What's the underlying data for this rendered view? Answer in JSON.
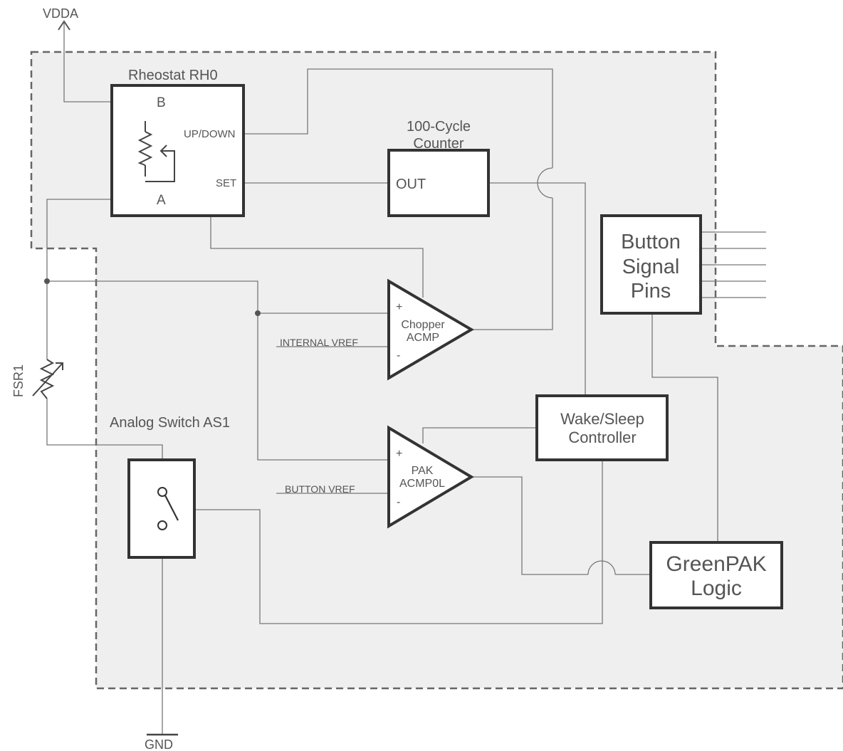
{
  "supply": {
    "vdda": "VDDA",
    "gnd": "GND"
  },
  "rheostat": {
    "title": "Rheostat RH0",
    "pin_b": "B",
    "pin_a": "A",
    "pin_updown": "UP/DOWN",
    "pin_set": "SET"
  },
  "counter": {
    "title_line1": "100-Cycle",
    "title_line2": "Counter",
    "pin_out": "OUT"
  },
  "button_pins": {
    "line1": "Button",
    "line2": "Signal",
    "line3": "Pins"
  },
  "chopper_acmp": {
    "line1": "Chopper",
    "line2": "ACMP",
    "plus": "+",
    "minus": "-",
    "vref": "INTERNAL VREF"
  },
  "pak_acmp": {
    "line1": "PAK",
    "line2": "ACMP0L",
    "plus": "+",
    "minus": "-",
    "vref": "BUTTON VREF"
  },
  "fsr": {
    "label": "FSR1"
  },
  "analog_switch": {
    "title": "Analog Switch AS1"
  },
  "wake_sleep": {
    "line1": "Wake/Sleep",
    "line2": "Controller"
  },
  "greenpak": {
    "line1": "GreenPAK",
    "line2": "Logic"
  }
}
